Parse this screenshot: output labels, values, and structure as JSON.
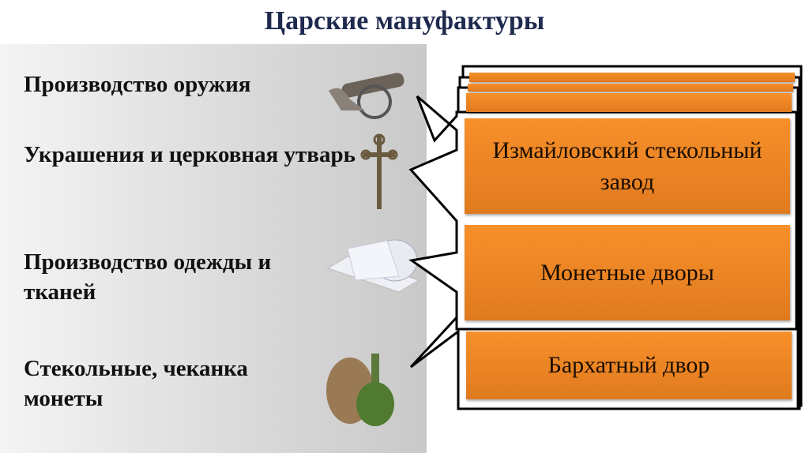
{
  "title": "Царские мануфактуры",
  "items": [
    "Производство оружия",
    "Украшения и церковная утварь",
    "Производство одежды и тканей",
    "Стекольные, чеканка монеты"
  ],
  "icons": [
    "cannon-icon",
    "cross-icon",
    "fabric-roll-icon",
    "glass-bottle-icon"
  ],
  "boxes": [
    "Измайловский стекольный завод",
    "Монетные дворы",
    "Бархатный двор"
  ],
  "colors": {
    "title": "#1f2a4f",
    "box": "#f7902a"
  }
}
